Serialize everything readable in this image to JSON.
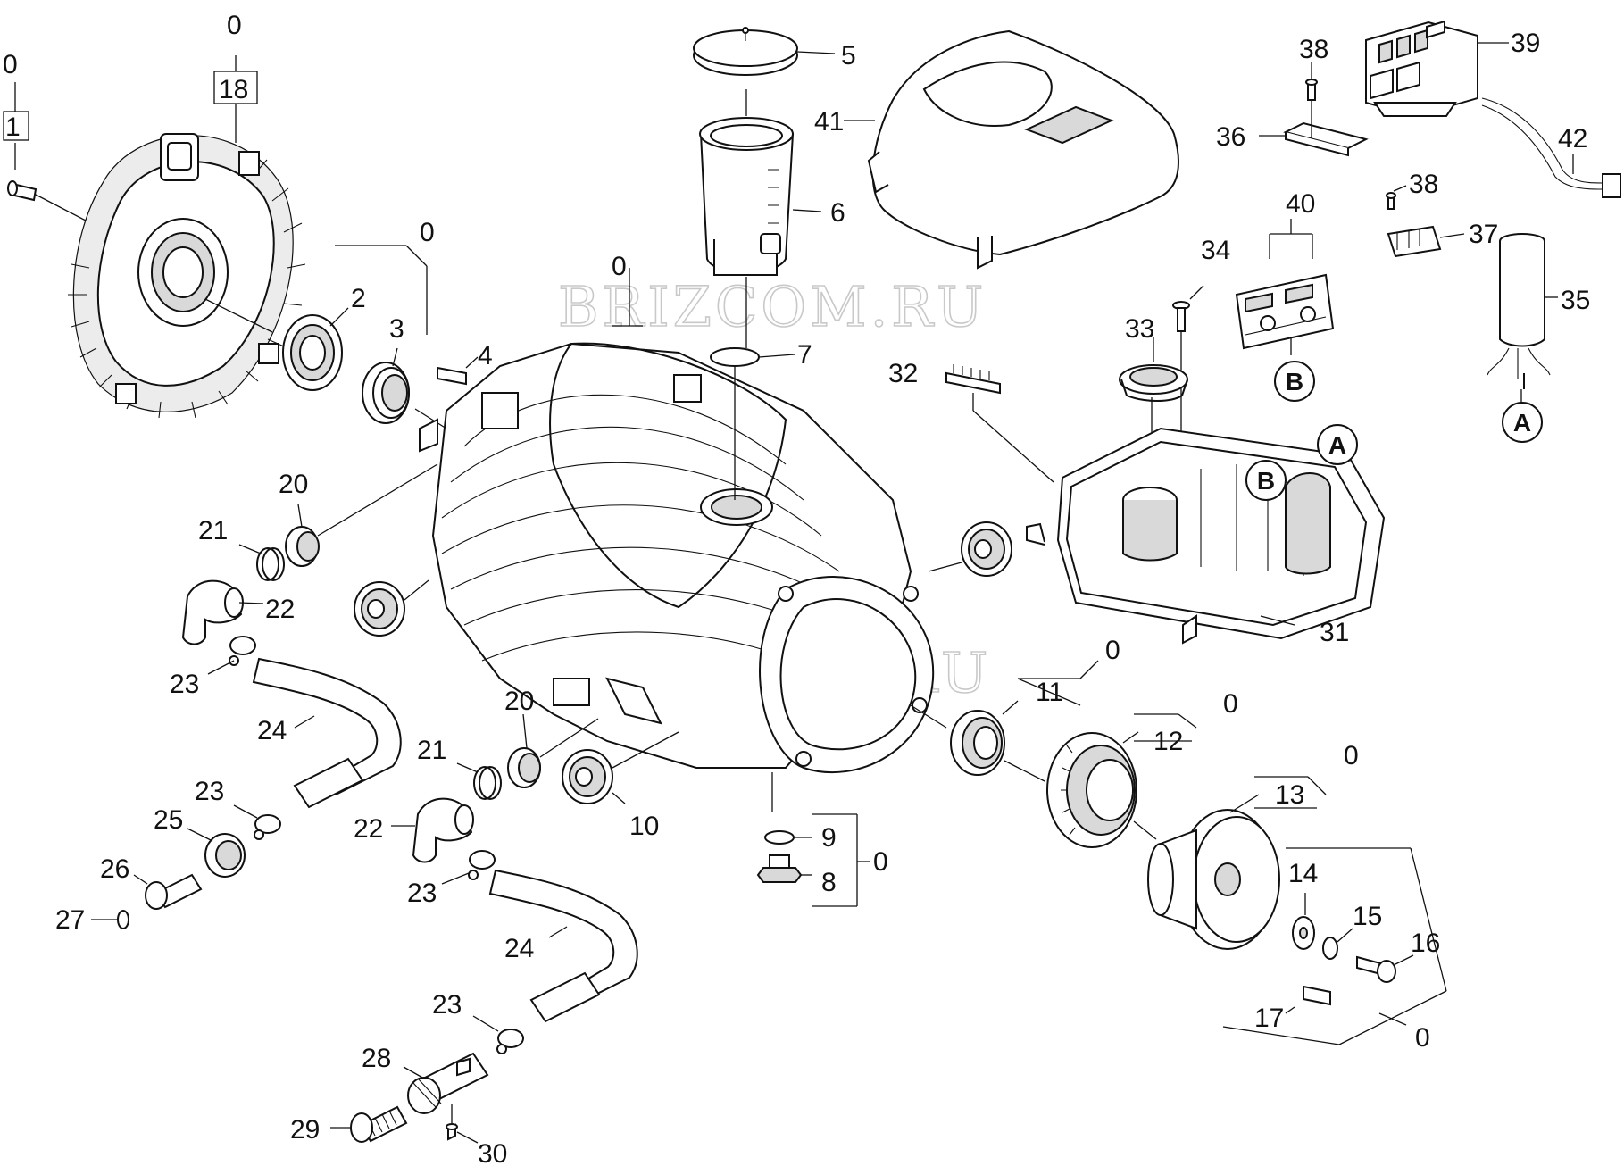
{
  "watermark": {
    "text": "BRIZCOM.RU"
  },
  "labels": {
    "p0_screw": "0",
    "p1": "1",
    "p0_flange": "0",
    "p18": "18",
    "p0_bearing": "0",
    "p2": "2",
    "p3": "3",
    "p4": "4",
    "p0_housing": "0",
    "p5": "5",
    "p6": "6",
    "p7": "7",
    "p41": "41",
    "p38a": "38",
    "p36": "36",
    "p39": "39",
    "p42": "42",
    "p38b": "38",
    "p37": "37",
    "p40": "40",
    "p34": "34",
    "p33": "33",
    "p32": "32",
    "p35": "35",
    "p31": "31",
    "p20a": "20",
    "p21a": "21",
    "p22a": "22",
    "p23a": "23",
    "p24a": "24",
    "p20b": "20",
    "p21b": "21",
    "p22b": "22",
    "p23b": "23",
    "p24b": "24",
    "p23c": "23",
    "p25": "25",
    "p26": "26",
    "p27": "27",
    "p23d": "23",
    "p28": "28",
    "p29": "29",
    "p30": "30",
    "p10": "10",
    "p9": "9",
    "p8": "8",
    "p0_drain": "0",
    "p11": "11",
    "p0_seal": "0",
    "p12": "12",
    "p0_bearing2": "0",
    "p13": "13",
    "p0_fan": "0",
    "p14": "14",
    "p15": "15",
    "p16": "16",
    "p17": "17",
    "p0_fanset": "0"
  },
  "callouts": {
    "a1": "A",
    "a2": "A",
    "b1": "B",
    "b2": "B"
  }
}
